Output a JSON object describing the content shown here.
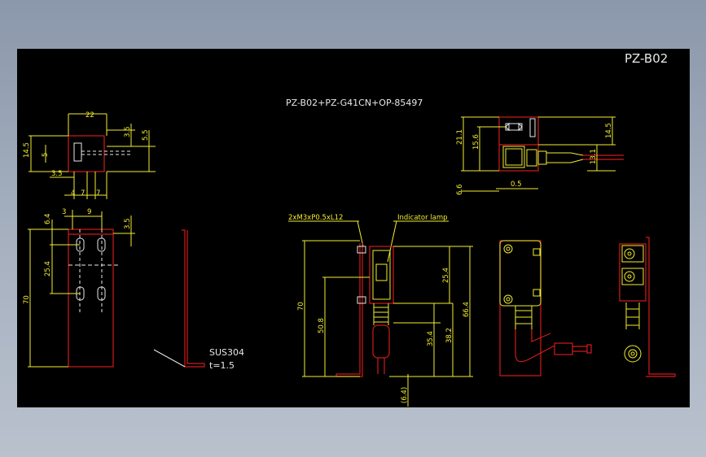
{
  "drawing_code": "PZ-B02",
  "assembly": "PZ-B02+PZ-G41CN+OP-85497",
  "material": "SUS304",
  "thickness": "t=1.5",
  "callouts": {
    "screw": "2xM3xP0.5xL12",
    "lamp": "Indicator lamp"
  },
  "dims": {
    "top_view": {
      "w22": "22",
      "h145": "14.5",
      "d5": "5",
      "d35a": "3.5",
      "d55": "5.5",
      "d35b": "3.5",
      "d4": "4",
      "d7a": "7",
      "d7b": "7"
    },
    "front_view": {
      "d64": "6.4",
      "d3": "3",
      "d9": "9",
      "d35": "3.5",
      "d254": "25.4",
      "d70": "70"
    },
    "sensor_top": {
      "d211": "21.1",
      "d156": "15.6",
      "d145": "14.5",
      "d131": "13.1",
      "d66": "6.6",
      "d05": "0.5"
    },
    "assembly_front": {
      "d70": "70",
      "d508": "50.8",
      "d254": "25.4",
      "d664": "66.4",
      "d354": "35.4",
      "d382": "38.2",
      "d64": "(6.4)"
    }
  },
  "colors": {
    "background": "#000000",
    "dimension": "#f2ee30",
    "outline": "#d11a1a",
    "text": "#e8e8e8"
  }
}
